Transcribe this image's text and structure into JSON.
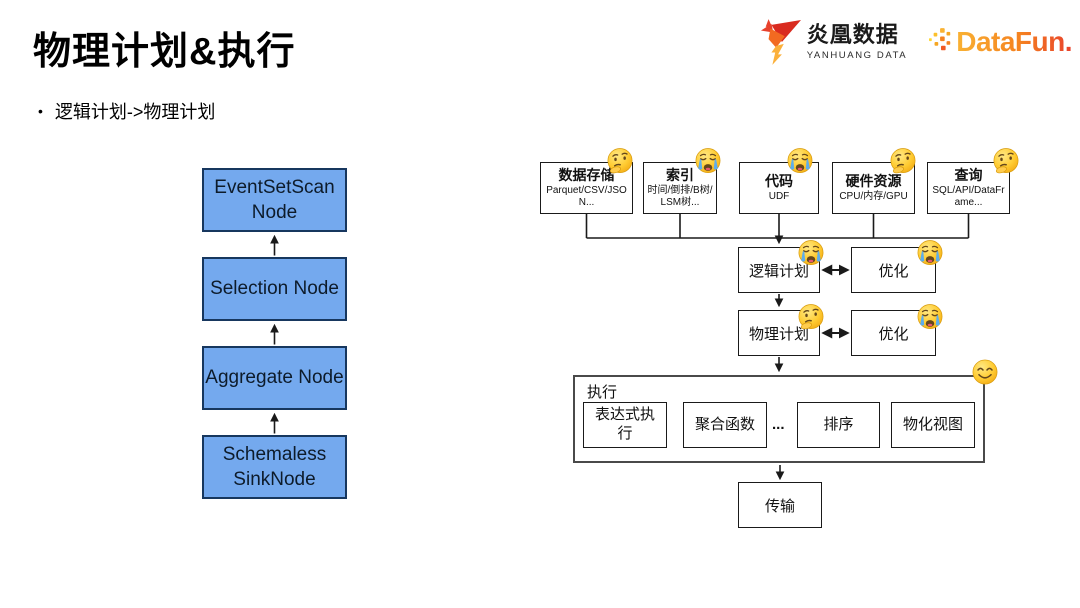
{
  "slide": {
    "title": "物理计划&执行",
    "bullet": "逻辑计划->物理计划"
  },
  "brand": {
    "yanhuang": {
      "name": "炎凰数据",
      "subtitle": "YANHUANG DATA",
      "icon": "phoenix-icon"
    },
    "datafun": {
      "text": "DataFun.",
      "icon": "pixel-dots-icon"
    }
  },
  "left_flow": {
    "nodes": [
      {
        "label": "EventSetScan Node"
      },
      {
        "label": "Selection Node"
      },
      {
        "label": "Aggregate Node"
      },
      {
        "label": "Schemaless SinkNode"
      }
    ]
  },
  "right_flow": {
    "inputs": [
      {
        "title": "数据存储",
        "sub": "Parquet/CSV/JSON...",
        "emoji": "thinking-face"
      },
      {
        "title": "索引",
        "sub": "时间/倒排/B树/LSM树...",
        "emoji": "crying-face"
      },
      {
        "title": "代码",
        "sub": "UDF",
        "emoji": "crying-face"
      },
      {
        "title": "硬件资源",
        "sub": "CPU/内存/GPU",
        "emoji": "thinking-face"
      },
      {
        "title": "查询",
        "sub": "SQL/API/DataFrame...",
        "emoji": "thinking-face"
      }
    ],
    "logical": {
      "plan": {
        "label": "逻辑计划",
        "emoji": "crying-face"
      },
      "optimize": {
        "label": "优化",
        "emoji": "crying-face"
      }
    },
    "physical": {
      "plan": {
        "label": "物理计划",
        "emoji": "thinking-face"
      },
      "optimize": {
        "label": "优化",
        "emoji": "crying-face"
      }
    },
    "execution": {
      "label": "执行",
      "emoji": "smiling-face",
      "items": [
        "表达式执行",
        "聚合函数",
        "...",
        "排序",
        "物化视图"
      ]
    },
    "transport": {
      "label": "传输"
    }
  },
  "colors": {
    "left_node_fill": "#74A9EE",
    "left_node_border": "#17375E",
    "line": "#1a1a1a",
    "brand_orange": "#F58220",
    "brand_red": "#E8412C",
    "emoji_yellow": "#FFCC33",
    "tear_blue": "#5DADEC"
  }
}
